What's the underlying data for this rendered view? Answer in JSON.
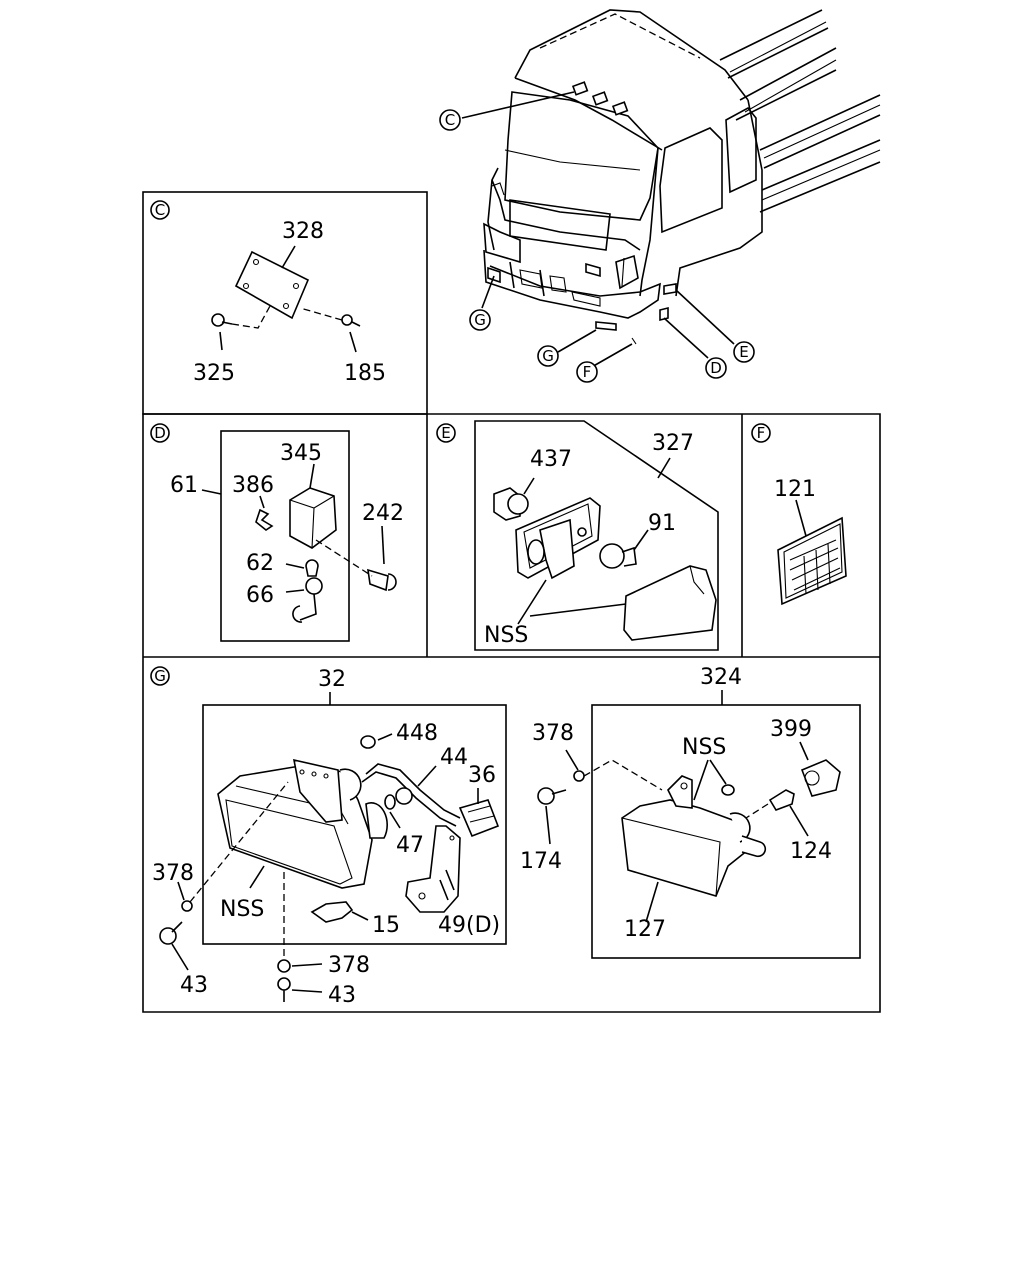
{
  "truck": {
    "callouts": [
      "C",
      "G",
      "G",
      "F",
      "D",
      "E"
    ]
  },
  "panel_c": {
    "letter": "C",
    "labels": [
      "328",
      "325",
      "185"
    ]
  },
  "panel_d": {
    "letter": "D",
    "labels": [
      "345",
      "61",
      "386",
      "242",
      "62",
      "66"
    ]
  },
  "panel_e": {
    "letter": "E",
    "labels": [
      "437",
      "327",
      "91",
      "NSS"
    ]
  },
  "panel_f": {
    "letter": "F",
    "labels": [
      "121"
    ]
  },
  "panel_g": {
    "letter": "G",
    "labels": [
      "32",
      "448",
      "44",
      "36",
      "47",
      "378",
      "NSS",
      "15",
      "49(D)",
      "43",
      "378",
      "43"
    ],
    "labels_right": [
      "324",
      "378",
      "NSS",
      "399",
      "174",
      "124",
      "127"
    ]
  }
}
